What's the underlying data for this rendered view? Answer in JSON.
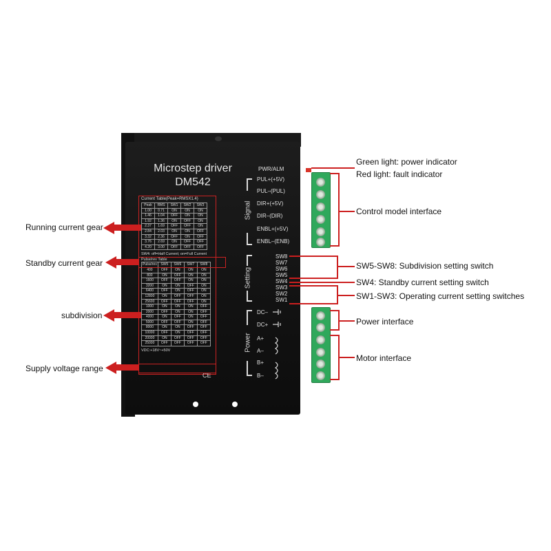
{
  "device": {
    "title": "Microstep driver",
    "model": "DM542",
    "current_table_title": "Current Table(Peak=RMSX1.4)",
    "current_headers": [
      "Peak",
      "RMS",
      "SW1",
      "SW2",
      "SW3"
    ],
    "current_rows": [
      [
        "1.00",
        "0.71",
        "ON",
        "ON",
        "ON"
      ],
      [
        "1.46",
        "1.04",
        "OFF",
        "ON",
        "ON"
      ],
      [
        "1.92",
        "1.36",
        "ON",
        "OFF",
        "ON"
      ],
      [
        "2.37",
        "1.69",
        "OFF",
        "OFF",
        "ON"
      ],
      [
        "2.84",
        "2.03",
        "ON",
        "ON",
        "OFF"
      ],
      [
        "3.32",
        "2.36",
        "OFF",
        "ON",
        "OFF"
      ],
      [
        "3.76",
        "2.69",
        "ON",
        "OFF",
        "OFF"
      ],
      [
        "4.20",
        "3.00",
        "OFF",
        "OFF",
        "OFF"
      ]
    ],
    "standby_note": "SW4: off=Half Current; on=Full Current",
    "pulse_table_title": "Pulse/rev Table",
    "pulse_headers": [
      "Pulse/rev",
      "SW5",
      "SW6",
      "SW7",
      "SW8"
    ],
    "pulse_rows": [
      [
        "400",
        "OFF",
        "ON",
        "ON",
        "ON"
      ],
      [
        "800",
        "ON",
        "OFF",
        "ON",
        "ON"
      ],
      [
        "1600",
        "OFF",
        "OFF",
        "ON",
        "ON"
      ],
      [
        "3200",
        "ON",
        "ON",
        "OFF",
        "ON"
      ],
      [
        "6400",
        "OFF",
        "ON",
        "OFF",
        "ON"
      ],
      [
        "12800",
        "ON",
        "OFF",
        "OFF",
        "ON"
      ],
      [
        "25600",
        "OFF",
        "OFF",
        "OFF",
        "ON"
      ],
      [
        "1000",
        "ON",
        "ON",
        "ON",
        "OFF"
      ],
      [
        "2000",
        "OFF",
        "ON",
        "ON",
        "OFF"
      ],
      [
        "4000",
        "ON",
        "OFF",
        "ON",
        "OFF"
      ],
      [
        "5000",
        "OFF",
        "OFF",
        "ON",
        "OFF"
      ],
      [
        "8000",
        "ON",
        "ON",
        "OFF",
        "OFF"
      ],
      [
        "10000",
        "OFF",
        "ON",
        "OFF",
        "OFF"
      ],
      [
        "20000",
        "ON",
        "OFF",
        "OFF",
        "OFF"
      ],
      [
        "25000",
        "OFF",
        "OFF",
        "OFF",
        "OFF"
      ]
    ],
    "voltage": "VDC:+18V~+50V",
    "ce_mark": "CE",
    "pwr_alm": "PWR/ALM",
    "signal_label": "Signal",
    "signal_pins": [
      "PUL+(+5V)",
      "PUL–(PUL)",
      "DIR+(+5V)",
      "DIR–(DIR)",
      "ENBL+(+5V)",
      "ENBL–(ENB)"
    ],
    "setting_label": "Setting",
    "switches": [
      "SW8",
      "SW7",
      "SW6",
      "SW5",
      "SW4",
      "SW3",
      "SW2",
      "SW1"
    ],
    "power_label": "Power",
    "power_pins": [
      "DC–",
      "DC+",
      "A+",
      "A–",
      "B+",
      "B–"
    ]
  },
  "left_callouts": {
    "running": "Running current gear",
    "standby": "Standby current gear",
    "subdivision": "subdivision",
    "voltage": "Supply voltage range"
  },
  "right_callouts": {
    "green": "Green light: power indicator",
    "red": "Red light: fault indicator",
    "control": "Control model interface",
    "sw58": "SW5-SW8: Subdivision setting switch",
    "sw4": "SW4: Standby current setting switch",
    "sw13": "SW1-SW3: Operating current setting switches",
    "power": "Power interface",
    "motor": "Motor interface"
  },
  "colors": {
    "accent_red": "#cc1f1f",
    "terminal_green": "#2fa85b",
    "body": "#151515"
  }
}
